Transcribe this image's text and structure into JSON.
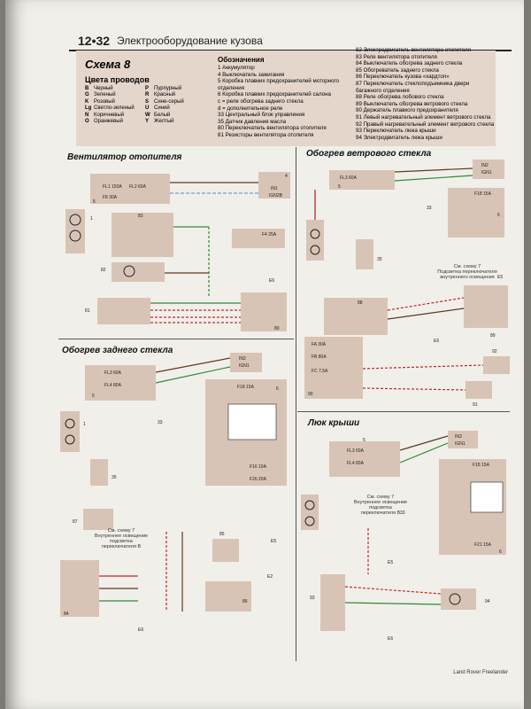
{
  "header": {
    "page_number": "12•32",
    "section_title": "Электрооборудование кузова"
  },
  "legend": {
    "scheme_title": "Схема 8",
    "wire_colors_title": "Цвета проводов",
    "wire_colors_left": [
      {
        "code": "B",
        "name": "Черный"
      },
      {
        "code": "G",
        "name": "Зеленый"
      },
      {
        "code": "K",
        "name": "Розовый"
      },
      {
        "code": "Lg",
        "name": "Светло-зеленый"
      },
      {
        "code": "N",
        "name": "Коричневый"
      },
      {
        "code": "O",
        "name": "Оранжевый"
      }
    ],
    "wire_colors_right": [
      {
        "code": "P",
        "name": "Пурпурный"
      },
      {
        "code": "R",
        "name": "Красный"
      },
      {
        "code": "S",
        "name": "Сине-серый"
      },
      {
        "code": "U",
        "name": "Синий"
      },
      {
        "code": "W",
        "name": "Белый"
      },
      {
        "code": "Y",
        "name": "Желтый"
      }
    ],
    "designations_title": "Обозначения",
    "designations_left": [
      "1  Аккумулятор",
      "4  Выключатель зажигания",
      "5  Коробка плавких предохранителей моторного",
      "    отделения",
      "6  Коробка плавких предохранителей салона",
      "    c = реле обогрева заднего стекла",
      "    d = дополнительное реле",
      "33 Центральный блок управления",
      "35 Датчик давления масла",
      "80 Переключатель вентилятора отопителя",
      "81 Резисторы вентилятора отопителя"
    ],
    "designations_right": [
      "82 Электродвигатель вентилятора отопителя",
      "83 Реле вентилятора отопителя",
      "84 Выключатель обогрева заднего стекла",
      "85 Обогреватель заднего стекла",
      "86 Переключатель кузова «хардтоп»",
      "87 Переключатель стеклоподъемника двери",
      "    багажного отделения",
      "88 Реле обогрева лобового стекла",
      "89 Выключатель обогрева ветрового стекла",
      "90 Держатель плавкого предохранителя",
      "91 Левый нагревательный элемент ветрового стекла",
      "92 Правый нагревательный элемент ветрового стекла",
      "93 Переключатель люка крыши",
      "94 Электродвигатель люка крыши"
    ]
  },
  "diagrams": {
    "heater_fan": "Вентилятор отопителя",
    "windscreen": "Обогрев ветрового стекла",
    "rear_window": "Обогрев заднего стекла",
    "sunroof": "Люк крыши"
  },
  "labels": {
    "fl150a": "FL1 150A",
    "f8_30a": "F8 30A",
    "fl2_60a": "FL2 60A",
    "fl3_60a": "FL3 60A",
    "fl4_80a": "FL4 80A",
    "f18_15a": "F18 15A",
    "f4_25a": "F4 25A",
    "f16_10a": "F16 10A",
    "f26_20a": "F26 20A",
    "f21_15a": "F21 15A",
    "fa30a": "FA 30A",
    "fb80a": "FB 80A",
    "fc7_5a": "FC 7,5A",
    "in1": "IN1",
    "in2": "IN2",
    "ign1": "IGN1",
    "ign2b": "IGN2B",
    "in3": "IN3",
    "e5": "E5",
    "e6": "E6",
    "e2": "E2",
    "n1": "1",
    "n4": "4",
    "n5": "5",
    "n6": "6",
    "n33": "33",
    "n35": "35",
    "n80": "80",
    "n82": "82",
    "n83": "83",
    "n81": "81",
    "n84": "84",
    "n85": "85",
    "n86": "86",
    "n87": "87",
    "n88": "88",
    "n89": "89",
    "n90": "90",
    "n91": "91",
    "n92": "92",
    "n93": "93",
    "n94": "94",
    "see_scheme_7": "См. схему 7\nВнутреннее освещение\nподсветка\nпереключателя В",
    "see_scheme_7b": "См. схему 7\nПодсветка переключателя\nвнутреннего освещения"
  },
  "footer": {
    "brand": "Land Rover Freelander"
  },
  "colors": {
    "legend_bg": "#e5d6cb",
    "component_box": "#d8c4b6",
    "wire_red": "#c0272d",
    "wire_green": "#2f8a3a",
    "wire_brown": "#5c3a21",
    "wire_blue": "#7a9ac8"
  }
}
